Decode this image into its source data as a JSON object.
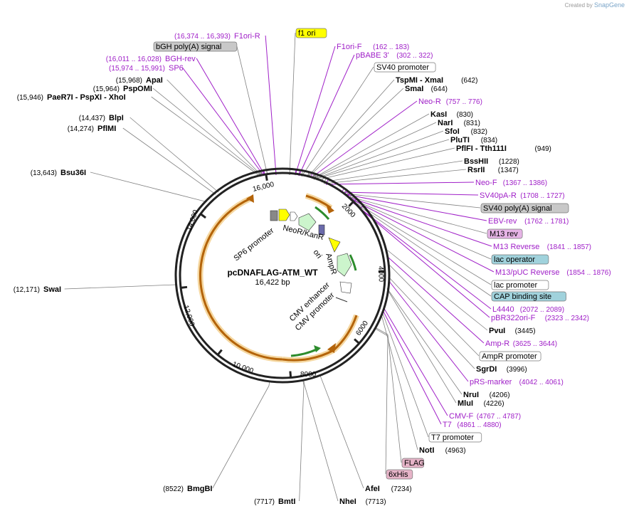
{
  "credit": {
    "created_by": "Created by",
    "brand": "SnapGene"
  },
  "plasmid": {
    "name": "pcDNAFLAG-ATM_WT",
    "size_label": "16,422 bp",
    "total_bp": 16422
  },
  "ticks": [
    {
      "bp": 2000,
      "label": "2000"
    },
    {
      "bp": 4000,
      "label": "4000"
    },
    {
      "bp": 6000,
      "label": "6000"
    },
    {
      "bp": 8000,
      "label": "8000"
    },
    {
      "bp": 10000,
      "label": "10,000"
    },
    {
      "bp": 12000,
      "label": "12,000"
    },
    {
      "bp": 14000,
      "label": "14,000"
    },
    {
      "bp": 16000,
      "label": "16,000"
    }
  ],
  "features": [
    {
      "name": "SP6 promoter",
      "label": "SP6 promoter"
    },
    {
      "name": "NeoR/KanR",
      "label": "NeoR/KanR"
    },
    {
      "name": "ori",
      "label": "ori"
    },
    {
      "name": "AmpR",
      "label": "AmpR"
    },
    {
      "name": "CMV enhancer",
      "label": "CMV enhancer"
    },
    {
      "name": "CMV promoter",
      "label": "CMV promoter"
    }
  ],
  "labels": [
    {
      "id": "f1ori-r",
      "kind": "primer",
      "text": "F1ori-R",
      "pos": "(16,374 .. 16,393)"
    },
    {
      "id": "f1-ori",
      "kind": "box",
      "text": "f1 ori",
      "color": "#ffff00"
    },
    {
      "id": "bgh-polya",
      "kind": "box",
      "text": "bGH poly(A) signal",
      "color": "#c8c8c8"
    },
    {
      "id": "f1ori-f",
      "kind": "primer",
      "text": "F1ori-F",
      "pos": "(162 .. 183)"
    },
    {
      "id": "pbabe3",
      "kind": "primer",
      "text": "pBABE 3'",
      "pos": "(302 .. 322)"
    },
    {
      "id": "bgh-rev",
      "kind": "primer",
      "text": "BGH-rev",
      "pos": "(16,011 .. 16,028)"
    },
    {
      "id": "sp6",
      "kind": "primer",
      "text": "SP6",
      "pos": "(15,974 .. 15,991)"
    },
    {
      "id": "sv40-promoter",
      "kind": "box",
      "text": "SV40 promoter",
      "color": "#ffffff"
    },
    {
      "id": "apai",
      "kind": "enzyme",
      "text": "ApaI",
      "pos": "(15,968)"
    },
    {
      "id": "tspmi",
      "kind": "enzyme",
      "text": "TspMI  - XmaI",
      "pos": "(642)"
    },
    {
      "id": "pspomi",
      "kind": "enzyme",
      "text": "PspOMI",
      "pos": "(15,964)"
    },
    {
      "id": "smai",
      "kind": "enzyme",
      "text": "SmaI",
      "pos": "(644)"
    },
    {
      "id": "paer7i",
      "kind": "enzyme",
      "text": "PaeR7I  - PspXI  - XhoI",
      "pos": "(15,946)"
    },
    {
      "id": "neo-r",
      "kind": "primer",
      "text": "Neo-R",
      "pos": "(757 .. 776)"
    },
    {
      "id": "kasi",
      "kind": "enzyme",
      "text": "KasI",
      "pos": "(830)"
    },
    {
      "id": "blpi",
      "kind": "enzyme",
      "text": "BlpI",
      "pos": "(14,437)"
    },
    {
      "id": "nari",
      "kind": "enzyme",
      "text": "NarI",
      "pos": "(831)"
    },
    {
      "id": "sfoi",
      "kind": "enzyme",
      "text": "SfoI",
      "pos": "(832)"
    },
    {
      "id": "pflmi",
      "kind": "enzyme",
      "text": "PflMI",
      "pos": "(14,274)"
    },
    {
      "id": "pluti",
      "kind": "enzyme",
      "text": "PluTI",
      "pos": "(834)"
    },
    {
      "id": "pflfi",
      "kind": "enzyme",
      "text": "PflFI  - Tth111I",
      "pos": "(949)"
    },
    {
      "id": "bsshii",
      "kind": "enzyme",
      "text": "BssHII",
      "pos": "(1228)"
    },
    {
      "id": "rsrii",
      "kind": "enzyme",
      "text": "RsrII",
      "pos": "(1347)"
    },
    {
      "id": "bsu36i",
      "kind": "enzyme",
      "text": "Bsu36I",
      "pos": "(13,643)"
    },
    {
      "id": "neo-f",
      "kind": "primer",
      "text": "Neo-F",
      "pos": "(1367 .. 1386)"
    },
    {
      "id": "sv40pa-r",
      "kind": "primer",
      "text": "SV40pA-R",
      "pos": "(1708 .. 1727)"
    },
    {
      "id": "sv40-polya",
      "kind": "box",
      "text": "SV40 poly(A) signal",
      "color": "#c8c8c8"
    },
    {
      "id": "ebv-rev",
      "kind": "primer",
      "text": "EBV-rev",
      "pos": "(1762 .. 1781)"
    },
    {
      "id": "m13-rev-box",
      "kind": "box",
      "text": "M13 rev",
      "color": "#e6b4e6"
    },
    {
      "id": "m13-reverse",
      "kind": "primer",
      "text": "M13 Reverse",
      "pos": "(1841 .. 1857)"
    },
    {
      "id": "lac-operator",
      "kind": "box",
      "text": "lac operator",
      "color": "#a0d2dc"
    },
    {
      "id": "m13-puc-reverse",
      "kind": "primer",
      "text": "M13/pUC Reverse",
      "pos": "(1854 .. 1876)"
    },
    {
      "id": "swai",
      "kind": "enzyme",
      "text": "SwaI",
      "pos": "(12,171)"
    },
    {
      "id": "lac-promoter",
      "kind": "box",
      "text": "lac promoter",
      "color": "#ffffff"
    },
    {
      "id": "cap-binding-site",
      "kind": "box",
      "text": "CAP binding site",
      "color": "#a0d2dc"
    },
    {
      "id": "l4440",
      "kind": "primer",
      "text": "L4440",
      "pos": "(2072 .. 2089)"
    },
    {
      "id": "pbr322ori-f",
      "kind": "primer",
      "text": "pBR322ori-F",
      "pos": "(2323 .. 2342)"
    },
    {
      "id": "pvui",
      "kind": "enzyme",
      "text": "PvuI",
      "pos": "(3445)"
    },
    {
      "id": "amp-r",
      "kind": "primer",
      "text": "Amp-R",
      "pos": "(3625 .. 3644)"
    },
    {
      "id": "ampr-promoter",
      "kind": "box",
      "text": "AmpR promoter",
      "color": "#ffffff"
    },
    {
      "id": "sgrdi",
      "kind": "enzyme",
      "text": "SgrDI",
      "pos": "(3996)"
    },
    {
      "id": "prs-marker",
      "kind": "primer",
      "text": "pRS-marker",
      "pos": "(4042 .. 4061)"
    },
    {
      "id": "nrui",
      "kind": "enzyme",
      "text": "NruI",
      "pos": "(4206)"
    },
    {
      "id": "mlui",
      "kind": "enzyme",
      "text": "MluI",
      "pos": "(4226)"
    },
    {
      "id": "cmv-f",
      "kind": "primer",
      "text": "CMV-F",
      "pos": "(4767 .. 4787)"
    },
    {
      "id": "t7",
      "kind": "primer",
      "text": "T7",
      "pos": "(4861 .. 4880)"
    },
    {
      "id": "t7-promoter",
      "kind": "box",
      "text": "T7 promoter",
      "color": "#ffffff"
    },
    {
      "id": "noti",
      "kind": "enzyme",
      "text": "NotI",
      "pos": "(4963)"
    },
    {
      "id": "flag",
      "kind": "box",
      "text": "FLAG",
      "color": "#e6b4c8"
    },
    {
      "id": "6xhis",
      "kind": "box",
      "text": "6xHis",
      "color": "#e6b4c8"
    },
    {
      "id": "bmgbi",
      "kind": "enzyme",
      "text": "BmgBI",
      "pos": "(8522)"
    },
    {
      "id": "afei",
      "kind": "enzyme",
      "text": "AfeI",
      "pos": "(7234)"
    },
    {
      "id": "bmti",
      "kind": "enzyme",
      "text": "BmtI",
      "pos": "(7717)"
    },
    {
      "id": "nhei",
      "kind": "enzyme",
      "text": "NheI",
      "pos": "(7713)"
    }
  ],
  "colors": {
    "primer": "#a020c8",
    "enzyme_line": "#808080",
    "orange_feature": "#b4640a",
    "green_feature": "#2d8c2d",
    "yellow_feature": "#ffff00",
    "backbone": "#222222"
  }
}
